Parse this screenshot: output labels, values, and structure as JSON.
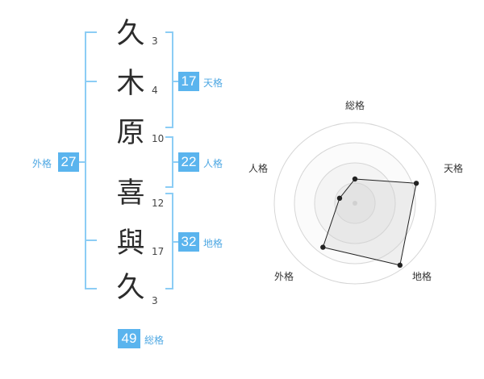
{
  "name_chars": [
    {
      "char": "久",
      "strokes": "3"
    },
    {
      "char": "木",
      "strokes": "4"
    },
    {
      "char": "原",
      "strokes": "10"
    },
    {
      "char": "喜",
      "strokes": "12"
    },
    {
      "char": "與",
      "strokes": "17"
    },
    {
      "char": "久",
      "strokes": "3"
    }
  ],
  "kakusu": {
    "tenkaku": {
      "value": "17",
      "label": "天格"
    },
    "jinkaku": {
      "value": "22",
      "label": "人格"
    },
    "chikaku": {
      "value": "32",
      "label": "地格"
    },
    "gaikaku": {
      "value": "27",
      "label": "外格"
    },
    "soukaku": {
      "value": "49",
      "label": "総格"
    }
  },
  "colors": {
    "accent": "#5ab4ee",
    "bracket": "#8ccdf5"
  },
  "chart_data": {
    "type": "radar",
    "axes": [
      "総格",
      "天格",
      "地格",
      "外格",
      "人格"
    ],
    "rmax": 4,
    "rings": 4,
    "values": [
      1.2,
      3.2,
      3.8,
      2.7,
      0.8
    ],
    "grid": true
  }
}
